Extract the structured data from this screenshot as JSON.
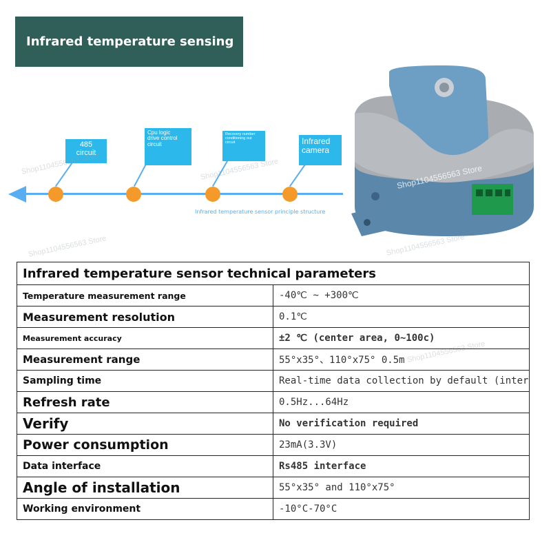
{
  "banner": {
    "title": "Infrared temperature sensing"
  },
  "diagram": {
    "labels": {
      "rs485": "485\ncircuit",
      "cpu": "Cpu logic\ndrive control\ncircuit",
      "recovery": "Recovery number\nconditioning out\ncircuit",
      "camera": "Infrared\ncamera"
    },
    "caption": "Infrared temperature sensor principle structure",
    "colors": {
      "axis": "#58aef0",
      "node": "#f39a2a",
      "tag": "#2cb8ea"
    }
  },
  "watermark": "Shop1104556563 Store",
  "table": {
    "title": "Infrared temperature sensor technical parameters",
    "rows": [
      {
        "key": "Temperature measurement range",
        "value": "-40℃ ~ +300℃"
      },
      {
        "key": "Measurement resolution",
        "value": "0.1℃"
      },
      {
        "key": "Measurement accuracy",
        "value": "±2 ℃ (center area, 0~100c)"
      },
      {
        "key": "Measurement range",
        "value": "55°x35°、110°x75° 0.5m"
      },
      {
        "key": "Sampling time",
        "value": "Real-time data collection by default (interval time can be freely set)"
      },
      {
        "key": "Refresh rate",
        "value": "0.5Hz...64Hz"
      },
      {
        "key": "Verify",
        "value": "No verification required"
      },
      {
        "key": "Power consumption",
        "value": "23mA(3.3V)"
      },
      {
        "key": "Data interface",
        "value": "Rs485 interface"
      },
      {
        "key": "Angle of installation",
        "value": "55°x35° and 110°x75°"
      },
      {
        "key": "Working environment",
        "value": "-10°C-70°C"
      }
    ]
  }
}
